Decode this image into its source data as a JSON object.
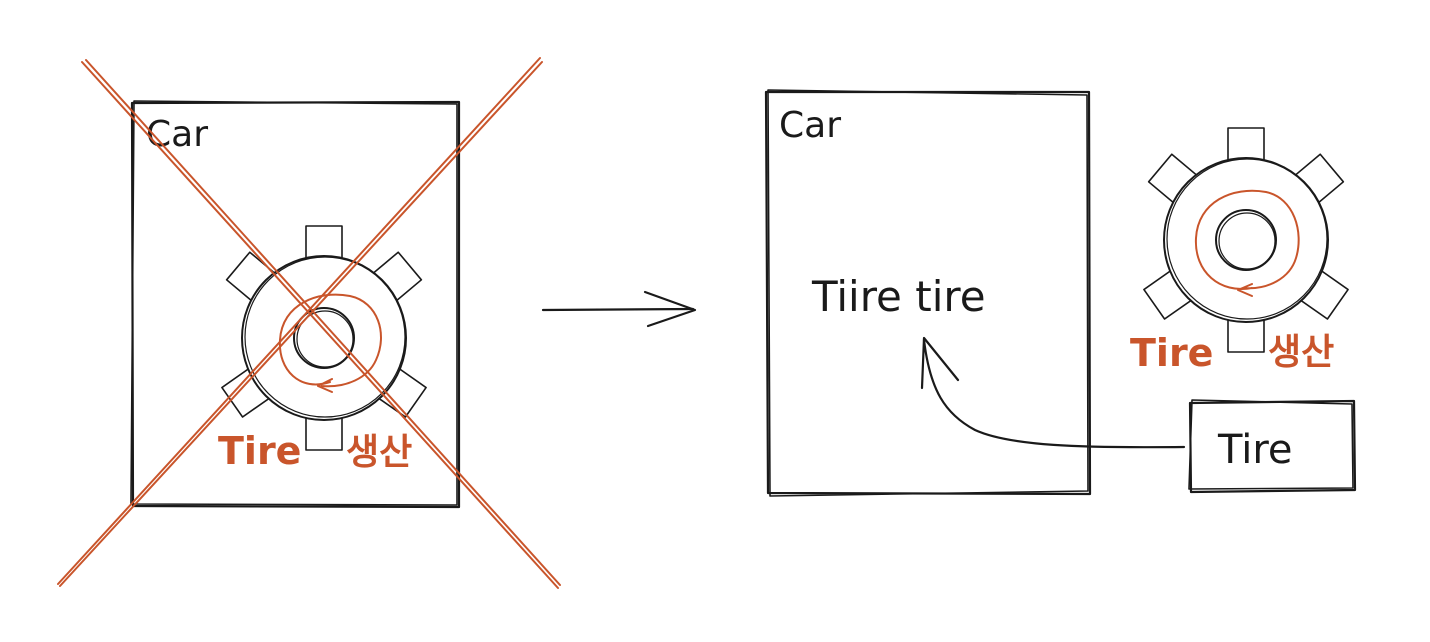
{
  "left_panel": {
    "box_title": "Car",
    "gear_caption_en": "Tire",
    "gear_caption_ko": "생산",
    "crossed_out": true
  },
  "right_panel": {
    "box_title": "Car",
    "field_text": "Tiire tire",
    "gear_caption_en": "Tire",
    "gear_caption_ko": "생산",
    "tire_box_label": "Tire"
  },
  "icons": {
    "gear": "gear-icon",
    "cross": "cross-out-icon",
    "arrow": "right-arrow-icon"
  },
  "colors": {
    "ink": "#1a1a1a",
    "accent": "#c9552b"
  }
}
